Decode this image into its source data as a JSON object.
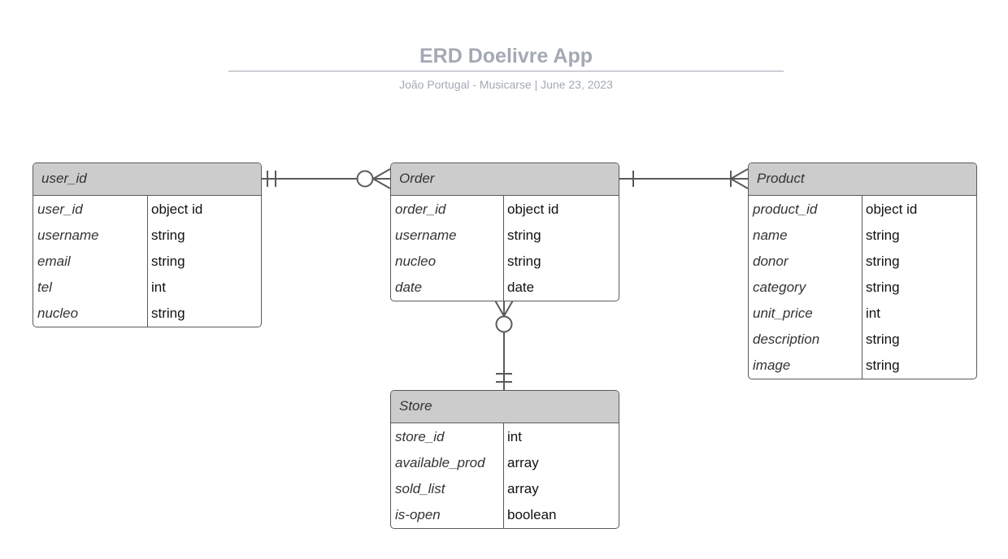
{
  "header": {
    "title": "ERD Doelivre App",
    "subtitle": "João Portugal - Musicarse  |  June 23, 2023"
  },
  "entities": [
    {
      "name": "user_id",
      "fields": [
        {
          "name": "user_id",
          "type": "object id"
        },
        {
          "name": "username",
          "type": "string"
        },
        {
          "name": "email",
          "type": "string"
        },
        {
          "name": "tel",
          "type": "int"
        },
        {
          "name": "nucleo",
          "type": "string"
        }
      ]
    },
    {
      "name": "Order",
      "fields": [
        {
          "name": "order_id",
          "type": "object id"
        },
        {
          "name": "username",
          "type": "string"
        },
        {
          "name": "nucleo",
          "type": "string"
        },
        {
          "name": "date",
          "type": "date"
        }
      ]
    },
    {
      "name": "Product",
      "fields": [
        {
          "name": "product_id",
          "type": "object id"
        },
        {
          "name": "name",
          "type": "string"
        },
        {
          "name": "donor",
          "type": "string"
        },
        {
          "name": "category",
          "type": "string"
        },
        {
          "name": "unit_price",
          "type": "int"
        },
        {
          "name": "description",
          "type": "string"
        },
        {
          "name": "image",
          "type": "string"
        }
      ]
    },
    {
      "name": "Store",
      "fields": [
        {
          "name": "store_id",
          "type": "int"
        },
        {
          "name": "available_prod",
          "type": "array"
        },
        {
          "name": "sold_list",
          "type": "array"
        },
        {
          "name": "is-open",
          "type": "boolean"
        }
      ]
    }
  ],
  "relationships": [
    {
      "from": "user_id",
      "from_end": "one-and-only-one",
      "to": "Order",
      "to_end": "zero-or-many"
    },
    {
      "from": "Order",
      "from_end": "one",
      "to": "Product",
      "to_end": "one-or-many"
    },
    {
      "from": "Order",
      "from_end": "zero-or-many",
      "to": "Store",
      "to_end": "one-and-only-one"
    }
  ],
  "colors": {
    "title": "#a3a9b4",
    "header_fill": "#cccccc",
    "border": "#5a5a5a"
  }
}
